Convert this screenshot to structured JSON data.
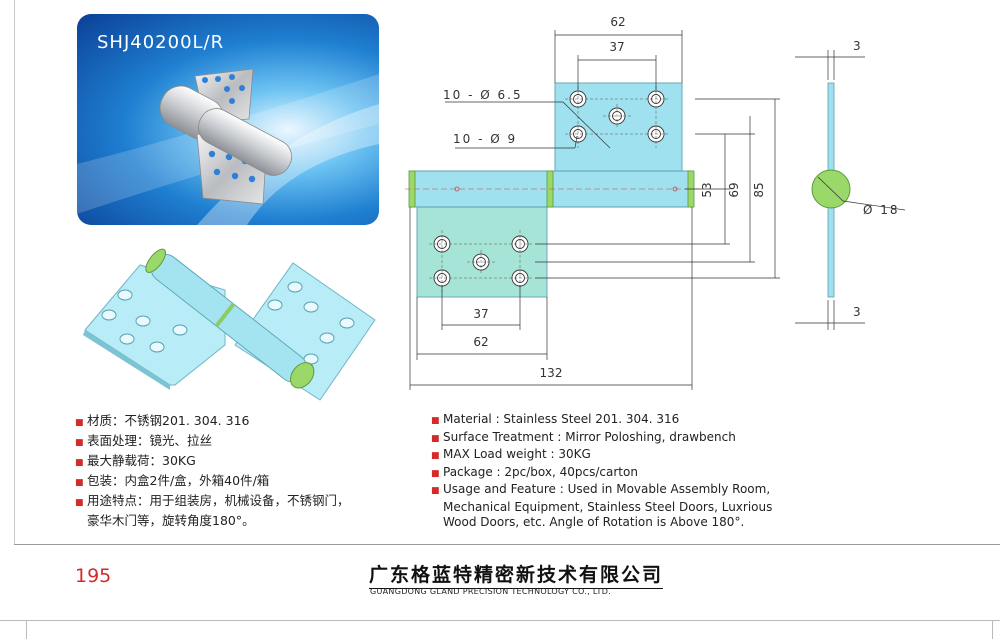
{
  "product": {
    "model": "SHJ40200L/R"
  },
  "drawing": {
    "dim_62_top": "62",
    "dim_37_top": "37",
    "hole_small": "10 - Ø 6.5",
    "hole_large": "10 - Ø 9",
    "dim_53": "53",
    "dim_69": "69",
    "dim_85": "85",
    "dim_37_bottom": "37",
    "dim_62_bottom": "62",
    "dim_132": "132",
    "side_thickness_top": "3",
    "side_thickness_bottom": "3",
    "side_diameter": "Ø 18"
  },
  "specs_cn": [
    "材质：不锈钢201. 304. 316",
    "表面处理：镜光、拉丝",
    "最大静载荷：30KG",
    "包装：内盒2件/盒，外箱40件/箱",
    "用途特点：用于组装房，机械设备，不锈钢门，",
    "豪华木门等，旋转角度180°。"
  ],
  "specs_en": [
    "Material : Stainless Steel 201. 304. 316",
    "Surface Treatment : Mirror Poloshing, drawbench",
    "MAX Load weight : 30KG",
    "Package : 2pc/box,  40pcs/carton",
    "Usage and Feature : Used in Movable Assembly Room,",
    "Mechanical Equipment, Stainless Steel Doors, Luxrious",
    "Wood Doors, etc. Angle of Rotation is Above 180°."
  ],
  "footer": {
    "page_number": "195",
    "company_cn": "广东格蓝特精密新技术有限公司",
    "company_en": "GUANGDONG GLAND PRECISION TECHNOLOGY CO., LTD."
  },
  "colors": {
    "accent_red": "#d32b2b",
    "plate_blue": "#9fe1ef",
    "pin_green": "#9ad86a"
  }
}
